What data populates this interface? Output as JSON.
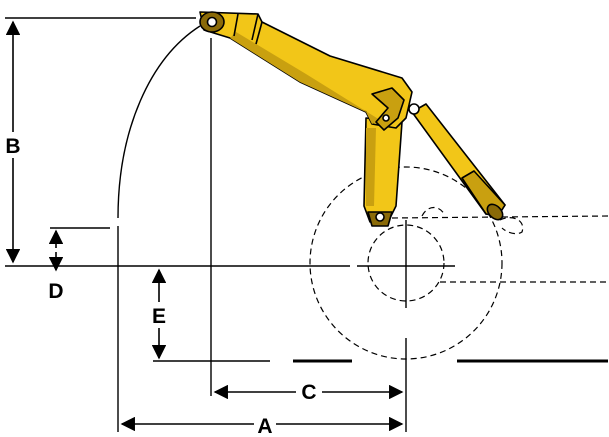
{
  "diagram": {
    "labels": {
      "a": "A",
      "b": "B",
      "c": "C",
      "d": "D",
      "e": "E"
    },
    "colors": {
      "arm_fill": "#f2c618",
      "arm_shade": "#c9a010",
      "arm_dark": "#8a6a08",
      "outline": "#000000",
      "line": "#000000",
      "background": "#ffffff"
    }
  }
}
